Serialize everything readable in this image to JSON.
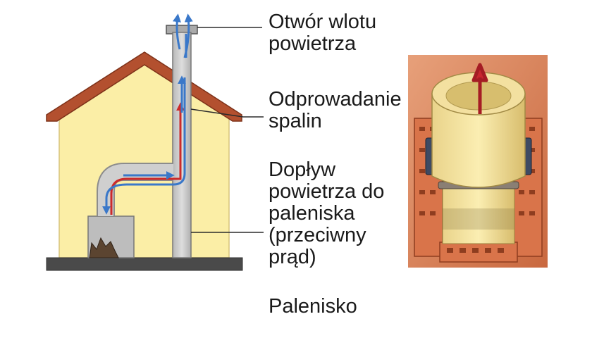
{
  "labels": {
    "inlet": [
      "Otwór wlotu",
      "powietrza"
    ],
    "exhaust": [
      "Odprowadanie",
      "spalin"
    ],
    "supply": [
      "Dopływ",
      "powietrza do",
      "paleniska",
      "(przeciwny",
      "prąd)"
    ],
    "firebox": [
      "Palenisko"
    ]
  },
  "colors": {
    "wall": "#fbeea6",
    "roof": "#b3502f",
    "pipe": "#c8c8c8",
    "airflow": "#3a78c9",
    "exhaust_flow": "#cc2a2a",
    "ground": "#4a4a4a",
    "firebox": "#bdbdbd",
    "leader_line": "#2b2b2b"
  },
  "icons": {
    "house": "house-cross-section",
    "photo": "ceramic-chimney-insert-photo",
    "photo_arrow": "up-arrow-icon"
  }
}
